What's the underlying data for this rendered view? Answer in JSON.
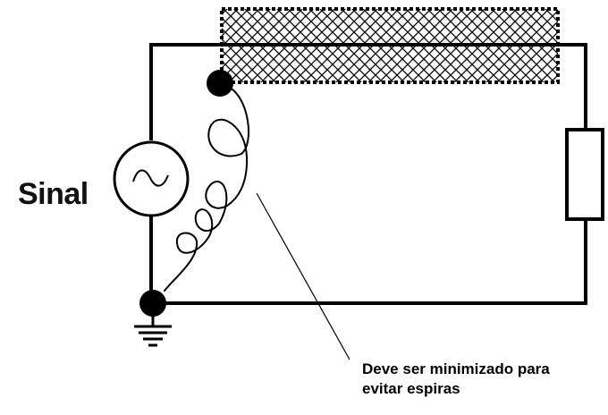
{
  "labels": {
    "signal": "Sinal",
    "note_line1": "Deve ser minimizado para",
    "note_line2": "evitar espiras"
  },
  "components": [
    {
      "name": "signal-source",
      "symbol": "ac-sine-source"
    },
    {
      "name": "shielded-cable",
      "symbol": "braided-shield"
    },
    {
      "name": "load-resistor",
      "symbol": "rectangle-resistor"
    },
    {
      "name": "ground",
      "symbol": "ground-icon"
    },
    {
      "name": "pigtail-wire",
      "symbol": "coiled-wire"
    }
  ],
  "colors": {
    "stroke": "#000000",
    "background": "#ffffff"
  }
}
